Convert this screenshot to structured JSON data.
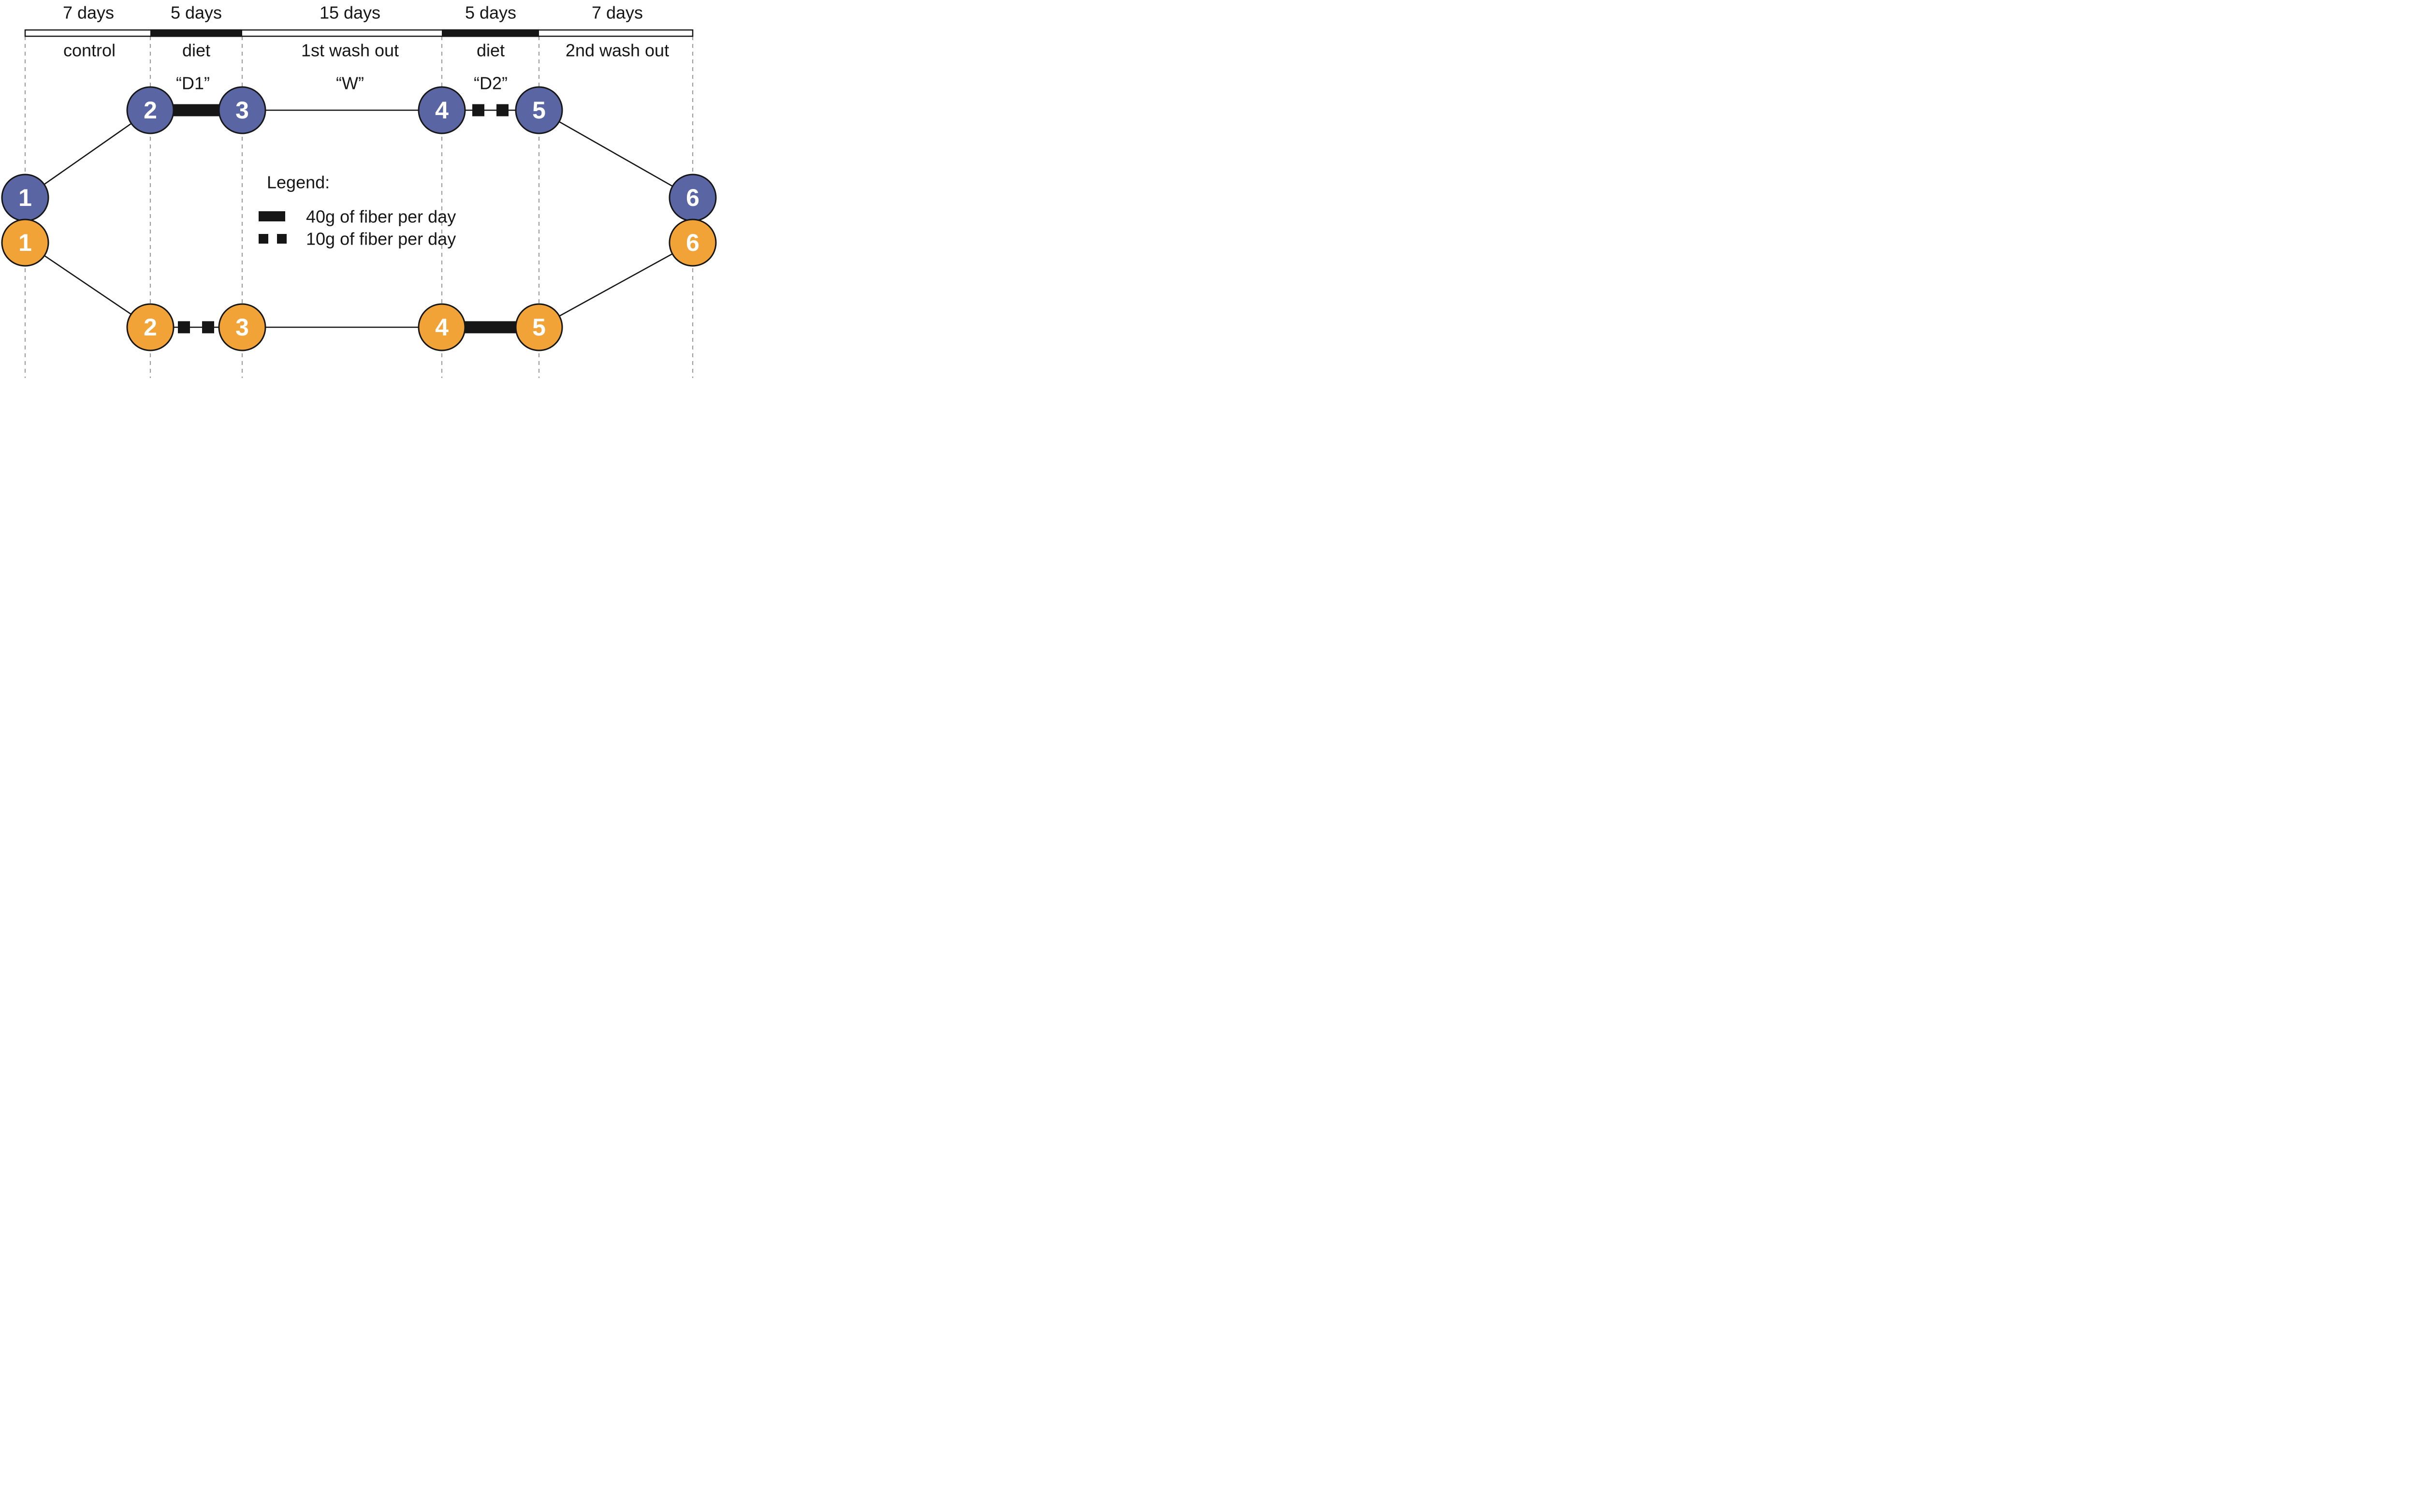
{
  "figure": {
    "type": "crossover-study-design-diagram",
    "palette": {
      "arm_blue": "#5A66A4",
      "arm_orange": "#F2A338",
      "ink_black": "#161616",
      "gridline_gray": "#9C9C9C",
      "bar_white": "#FFFFFF"
    },
    "timeline": {
      "segments": [
        {
          "duration": "7 days",
          "phase": "control",
          "code": "",
          "bar_style": "white"
        },
        {
          "duration": "5 days",
          "phase": "diet",
          "code": "“D1”",
          "bar_style": "black"
        },
        {
          "duration": "15 days",
          "phase": "1st wash out",
          "code": "“W”",
          "bar_style": "white"
        },
        {
          "duration": "5 days",
          "phase": "diet",
          "code": "“D2”",
          "bar_style": "black"
        },
        {
          "duration": "7 days",
          "phase": "2nd wash out",
          "code": "",
          "bar_style": "white"
        }
      ]
    },
    "arms": {
      "blue": {
        "color": "#5A66A4",
        "nodes": [
          "1",
          "2",
          "3",
          "4",
          "5",
          "6"
        ]
      },
      "orange": {
        "color": "#F2A338",
        "nodes": [
          "1",
          "2",
          "3",
          "4",
          "5",
          "6"
        ]
      }
    },
    "legend": {
      "title": "Legend:",
      "items": [
        {
          "swatch": "thick-bar",
          "label": "40g of fiber per day"
        },
        {
          "swatch": "two-squares",
          "label": "10g of fiber per day"
        }
      ]
    }
  }
}
